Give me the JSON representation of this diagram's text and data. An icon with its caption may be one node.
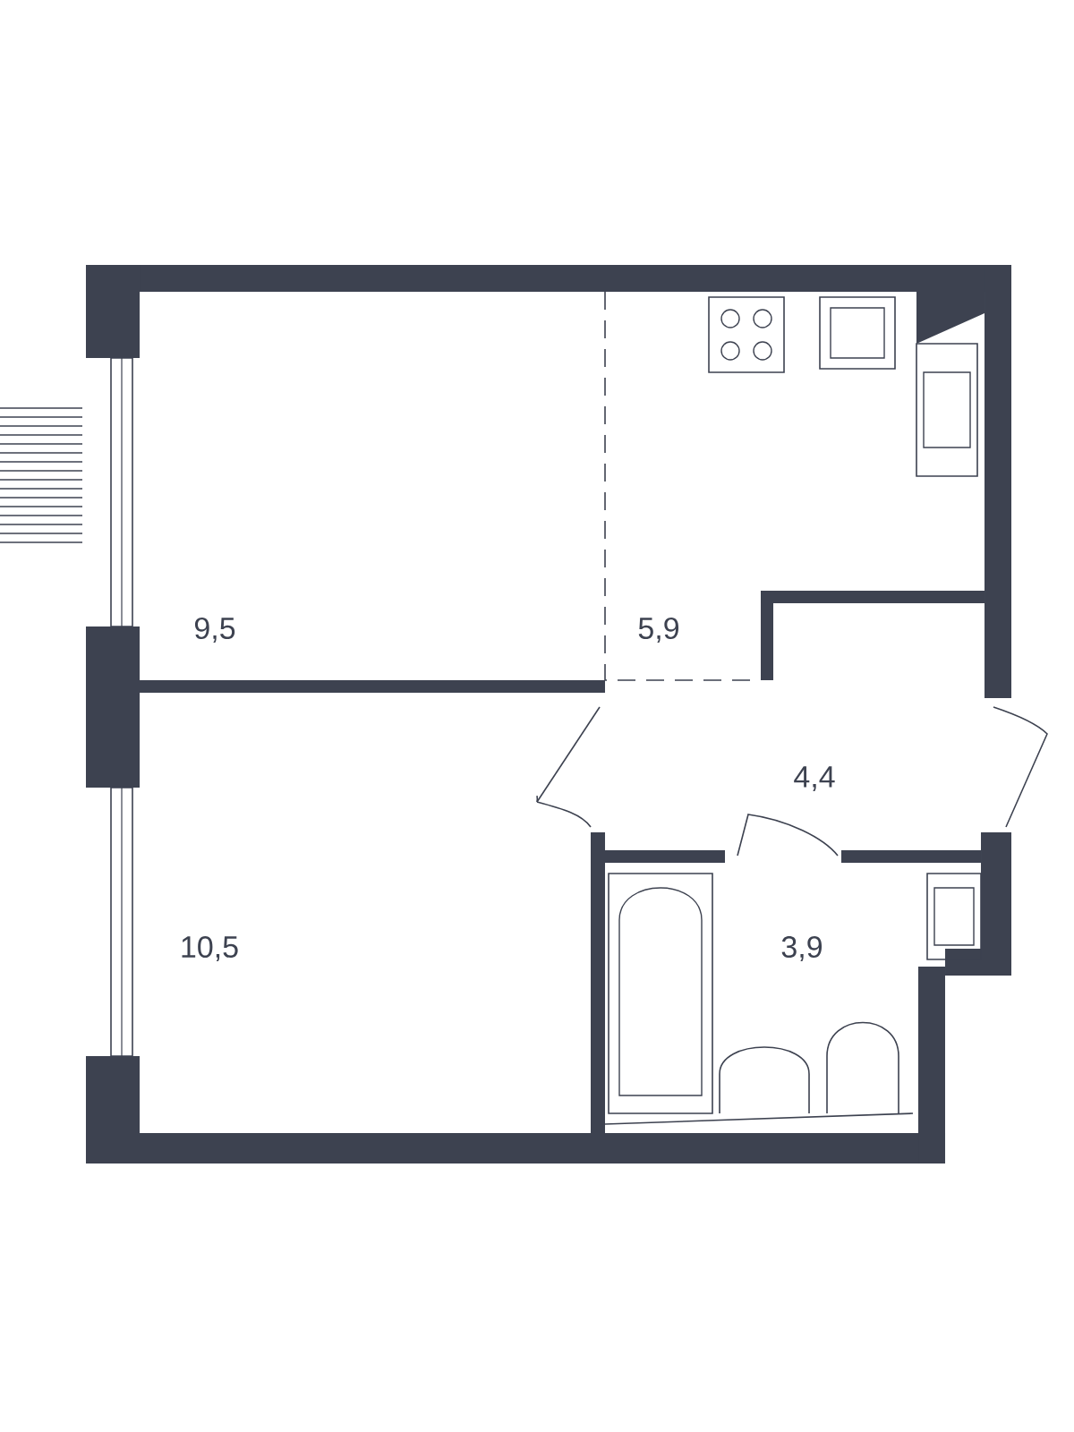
{
  "diagram": {
    "labels": [
      "9,5",
      "5,9",
      "4,4",
      "10,5",
      "3,9"
    ]
  }
}
